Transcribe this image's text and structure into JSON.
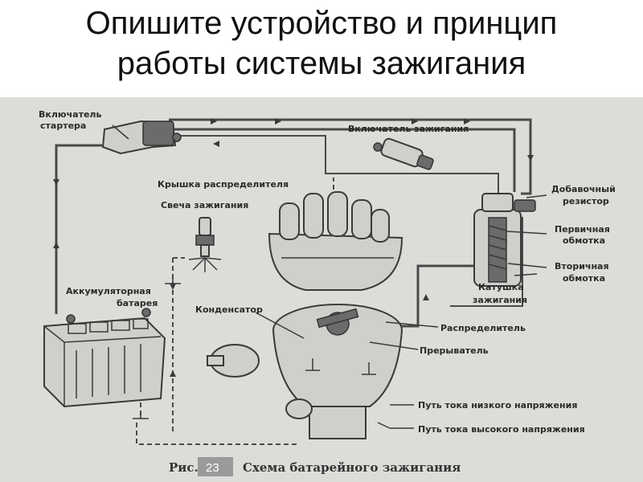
{
  "slide": {
    "title_line1": "Опишите устройство и принцип",
    "title_line2": "работы системы зажигания"
  },
  "figure": {
    "labels": {
      "starter_switch_1": "Включатель",
      "starter_switch_2": "стартера",
      "ignition_switch": "Включатель зажигания",
      "distributor_cap": "Крышка распределителя",
      "spark_plug": "Свеча зажигания",
      "extra_resistor_1": "Добавочный",
      "extra_resistor_2": "резистор",
      "primary_winding_1": "Первичная",
      "primary_winding_2": "обмотка",
      "secondary_winding_1": "Вторичная",
      "secondary_winding_2": "обмотка",
      "coil_1": "Катушка",
      "coil_2": "зажигания",
      "battery_1": "Аккумуляторная",
      "battery_2": "батарея",
      "condenser": "Конденсатор",
      "distributor": "Распределитель",
      "breaker": "Прерыватель",
      "low_voltage_path": "Путь тока низкого напряжения",
      "high_voltage_path": "Путь тока высокого напряжения"
    },
    "caption_prefix": "Рис.",
    "caption_text": "Схема батарейного зажигания",
    "page_number": "23"
  },
  "colors": {
    "figure_background": "#dcdcd9",
    "ink": "#3a3a3a",
    "page_number_box": "#9a9a9a"
  }
}
